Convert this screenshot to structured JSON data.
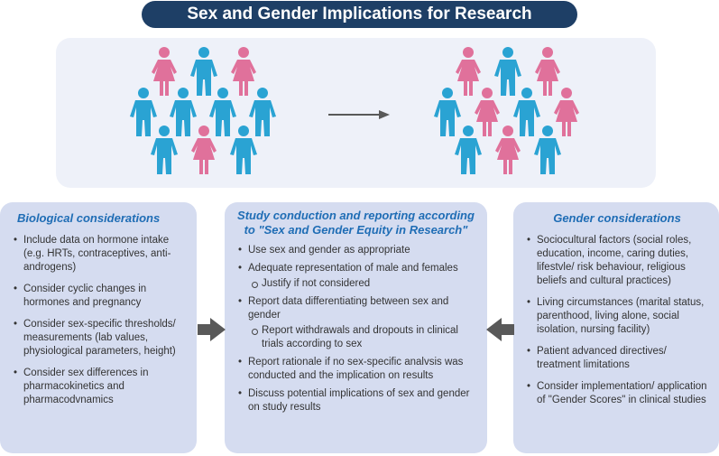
{
  "title": "Sex and Gender Implications for Research",
  "colors": {
    "title_bg": "#1e3f66",
    "male_figure": "#2aa3d3",
    "female_figure": "#e0719b",
    "panel_bg": "#d5dcf0",
    "heading": "#1f6db5",
    "arrow": "#595959"
  },
  "illustration": {
    "left_group": [
      "female",
      "male",
      "female",
      "male",
      "male",
      "male",
      "male",
      "male",
      "female",
      "male"
    ],
    "right_group": [
      "female",
      "male",
      "female",
      "male",
      "female",
      "male",
      "female",
      "male",
      "female",
      "male"
    ]
  },
  "left_panel": {
    "heading": "Biological considerations",
    "items": [
      "Include data on hormone intake (e.g. HRTs, contraceptives, anti-androgens)",
      "Consider cyclic changes in hormones and pregnancy",
      "Consider sex-specific thresholds/ measurements (lab values, physiological parameters, height)",
      "Consider sex differences in pharmacokinetics and pharmacodvnamics"
    ]
  },
  "middle_panel": {
    "heading": "Study conduction and reporting according to \"Sex and Gender Equity in Research\"",
    "items": [
      {
        "text": "Use sex and gender as appropriate"
      },
      {
        "text": "Adequate representation of male and females",
        "sub": "Justify if not considered"
      },
      {
        "text": "Report data differentiating between sex and gender",
        "sub": "Report withdrawals and dropouts in clinical trials according to sex"
      },
      {
        "text": "Report rationale if no sex-specific analvsis was conducted and the implication on results"
      },
      {
        "text": "Discuss potential implications of sex and gender on study results"
      }
    ]
  },
  "right_panel": {
    "heading": "Gender considerations",
    "items": [
      "Sociocultural factors (social roles, education, income, caring duties, lifestvle/ risk behaviour, religious beliefs and cultural practices)",
      "Living circumstances (marital status, parenthood, living alone, social isolation, nursing facility)",
      "Patient advanced directives/ treatment limitations",
      "Consider implementation/ application of \"Gender Scores\" in clinical studies"
    ]
  }
}
